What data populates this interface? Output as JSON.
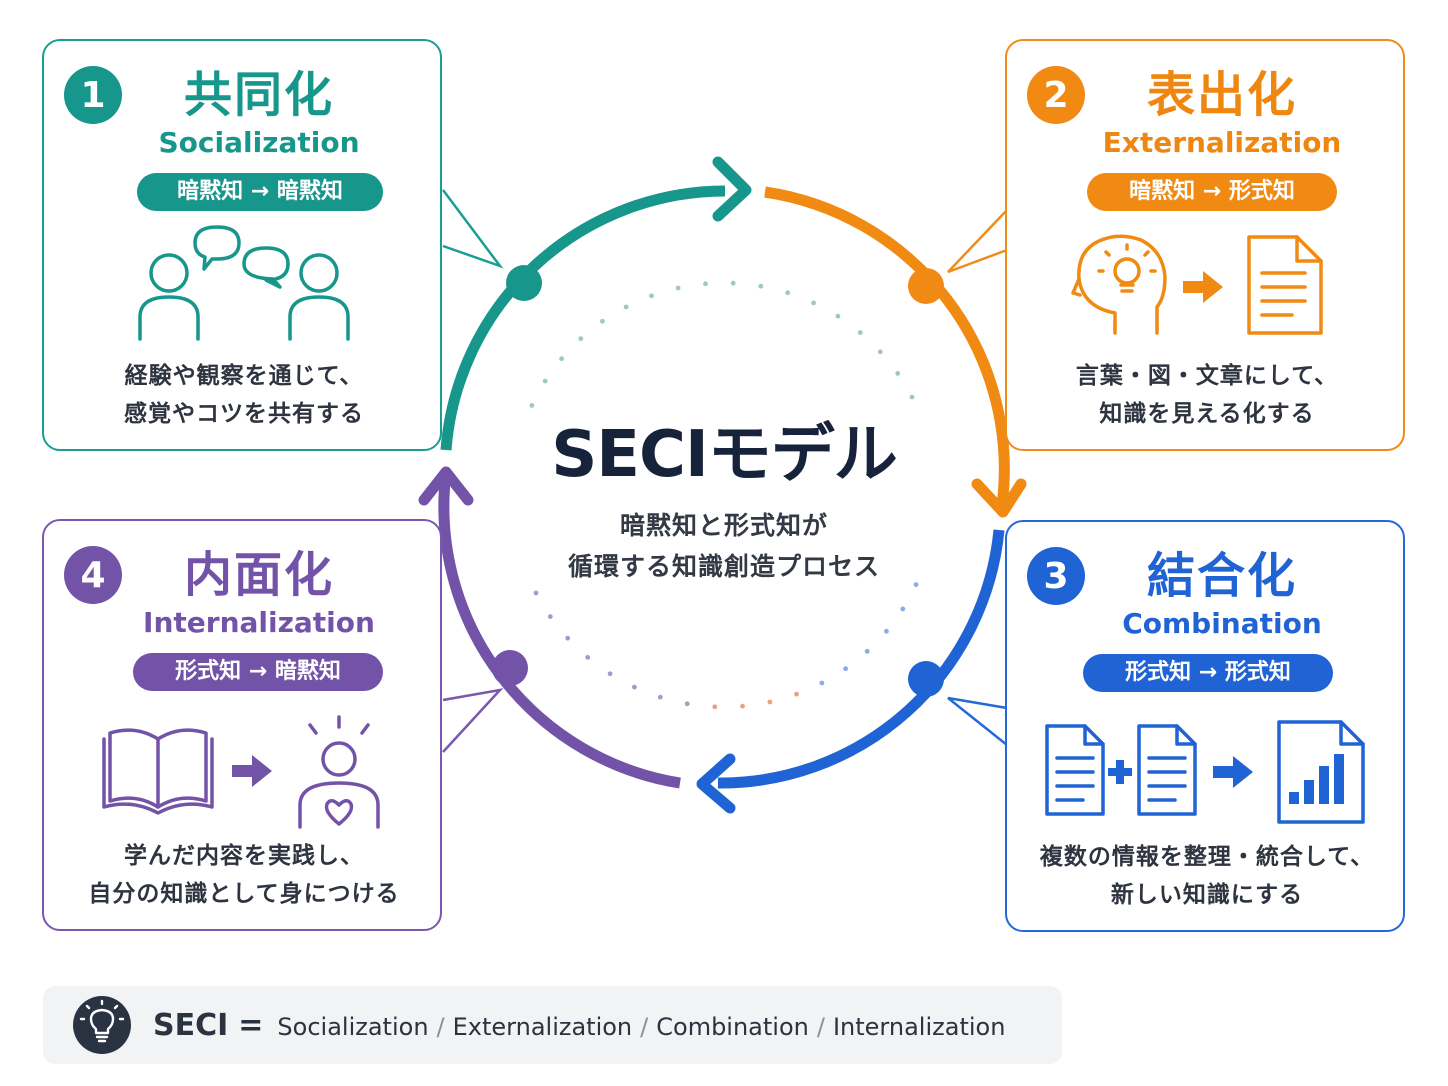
{
  "center": {
    "title": "SECIモデル",
    "subtitle_line1": "暗黙知と形式知が",
    "subtitle_line2": "循環する知識創造プロセス"
  },
  "phases": [
    {
      "number": "1",
      "title": "共同化",
      "subtitle": "Socialization",
      "conversion": "暗黙知 → 暗黙知",
      "desc_line1": "経験や観察を通じて、",
      "desc_line2": "感覚やコツを共有する",
      "color": "#17968c",
      "icon": "people-conversation-icon"
    },
    {
      "number": "2",
      "title": "表出化",
      "subtitle": "Externalization",
      "conversion": "暗黙知 → 形式知",
      "desc_line1": "言葉・図・文章にして、",
      "desc_line2": "知識を見える化する",
      "color": "#f08a12",
      "icon": "head-idea-to-document-icon"
    },
    {
      "number": "3",
      "title": "結合化",
      "subtitle": "Combination",
      "conversion": "形式知 → 形式知",
      "desc_line1": "複数の情報を整理・統合して、",
      "desc_line2": "新しい知識にする",
      "color": "#1f63d4",
      "icon": "documents-combine-to-chart-icon"
    },
    {
      "number": "4",
      "title": "内面化",
      "subtitle": "Internalization",
      "conversion": "形式知 → 暗黙知",
      "desc_line1": "学んだ内容を実践し、",
      "desc_line2": "自分の知識として身につける",
      "color": "#7353a8",
      "icon": "book-to-person-icon"
    }
  ],
  "footer": {
    "icon": "lightbulb-icon",
    "acronym": "SECI",
    "equals": "=",
    "terms": [
      "Socialization",
      "Externalization",
      "Combination",
      "Internalization"
    ],
    "separator": "/"
  }
}
